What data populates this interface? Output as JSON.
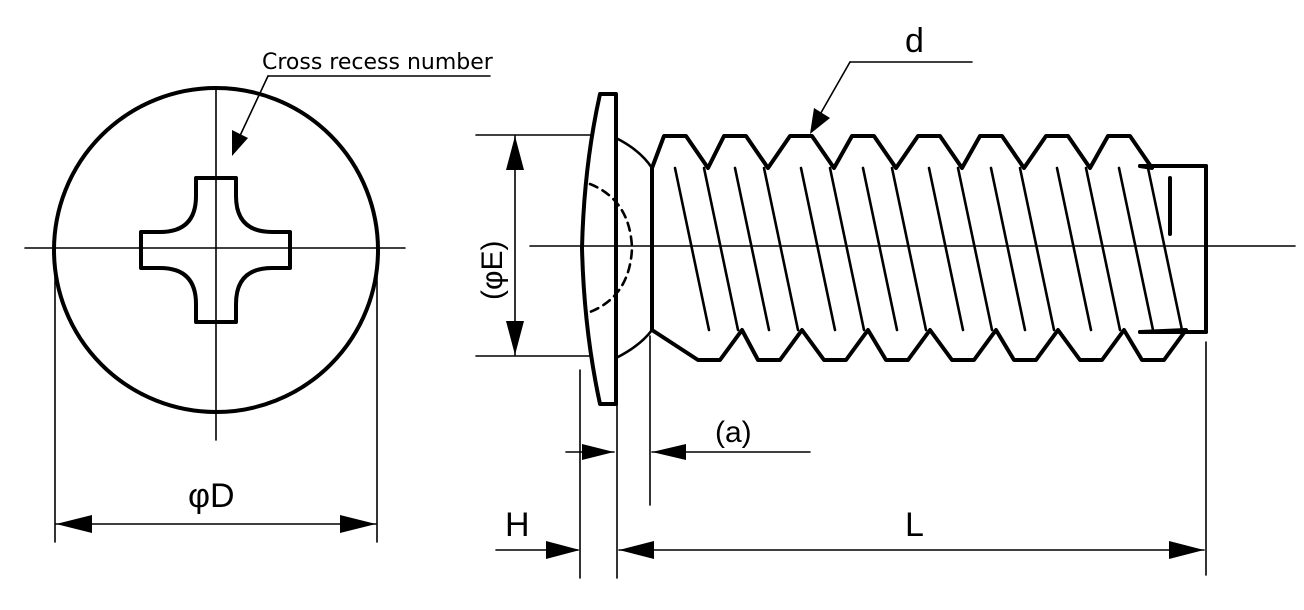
{
  "labels": {
    "cross_recess": "Cross recess number",
    "thread_diameter": "d",
    "head_diameter": "φD",
    "recess_diameter": "(φE)",
    "incomplete_thread": "(a)",
    "head_height": "H",
    "length": "L"
  }
}
